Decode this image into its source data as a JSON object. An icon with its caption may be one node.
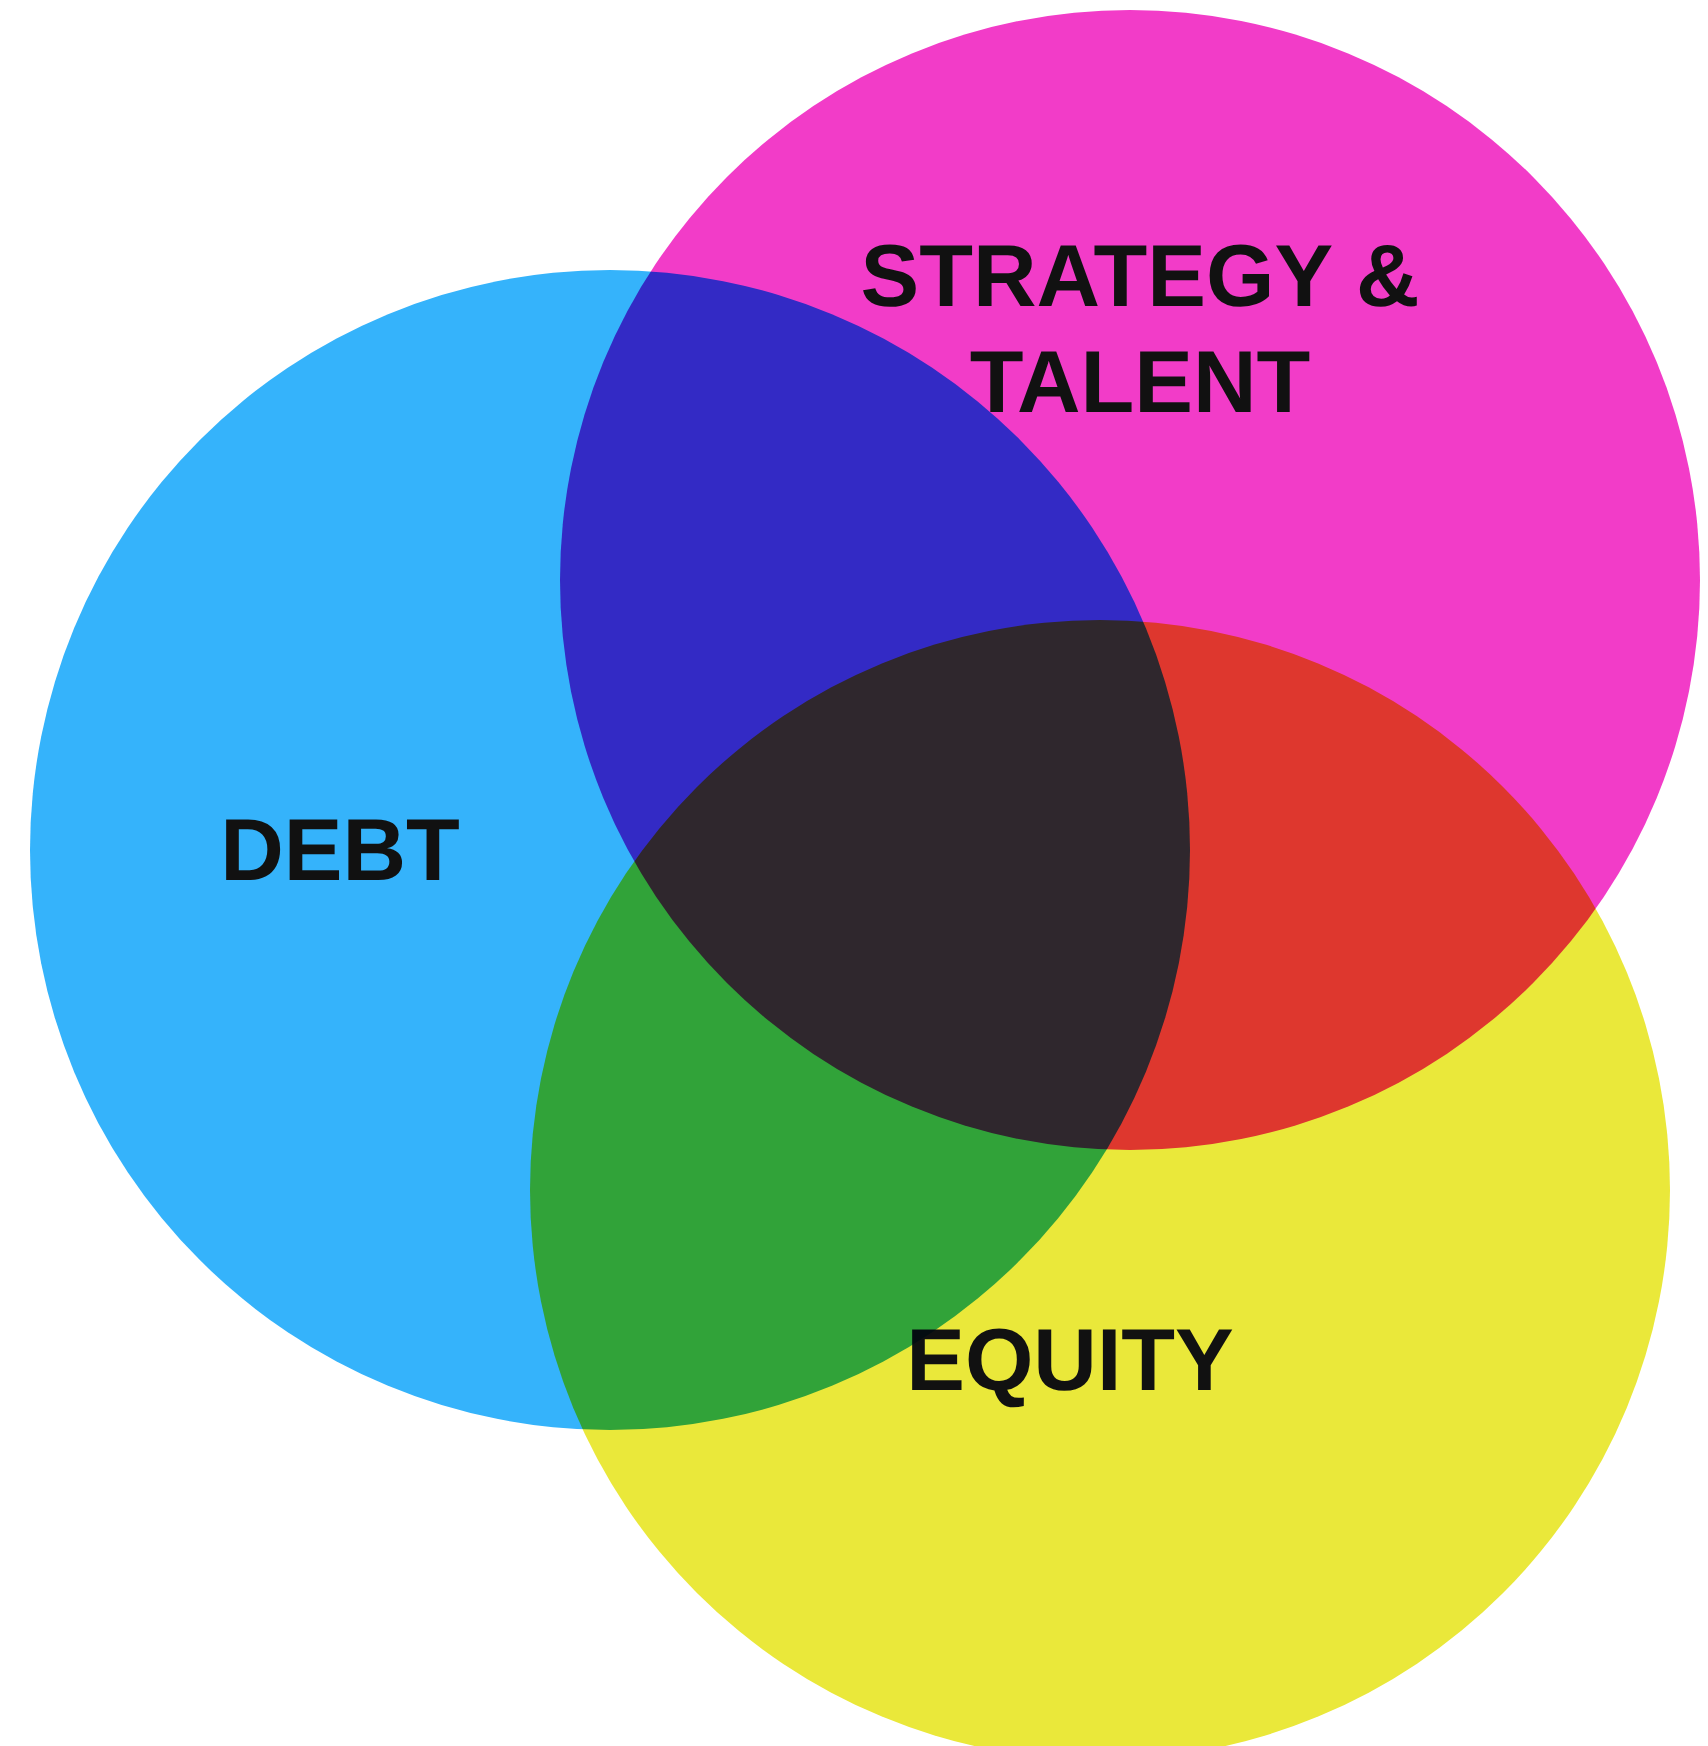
{
  "diagram": {
    "nodes": [
      {
        "text": [
          "STRATEGY & TALENT"
        ]
      },
      {
        "text": [
          "DEBT"
        ]
      },
      {
        "text": [
          "EQUITY"
        ]
      }
    ]
  }
}
